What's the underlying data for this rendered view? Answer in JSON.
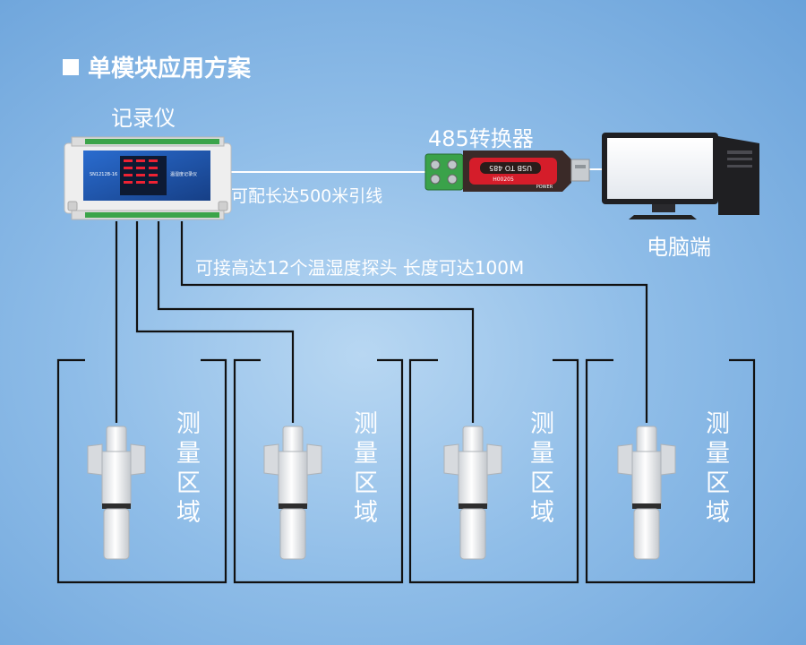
{
  "title": "单模块应用方案",
  "recorder": {
    "label": "记录仪",
    "screen_model": "SN1212B-16",
    "screen_right": "温湿度记录仪"
  },
  "converter": {
    "label": "485转换器",
    "text_main": "USB TO 485",
    "text_sub": "H00205",
    "text_brand": "POWER"
  },
  "computer": {
    "label": "电脑端"
  },
  "cable_note": "可配长达500米引线",
  "probe_note": "可接高达12个温湿度探头  长度可达100M",
  "zones": [
    {
      "label": "测量区域"
    },
    {
      "label": "测量区域"
    },
    {
      "label": "测量区域"
    },
    {
      "label": "测量区域"
    }
  ],
  "colors": {
    "background": "#8fbde8",
    "line": "#111111",
    "recorder_body": "#f2f2f2",
    "screen": "#1e5aa8",
    "converter_body": "#3a2a28",
    "converter_red": "#d51d2a",
    "terminal_green": "#3aa24a"
  }
}
